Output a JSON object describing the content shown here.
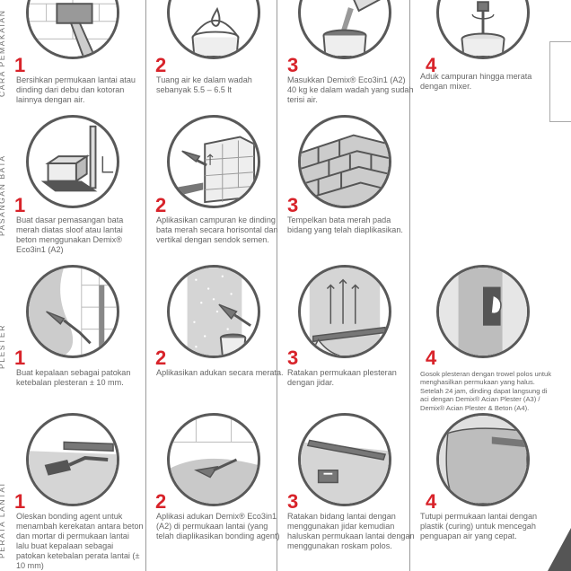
{
  "row_labels": [
    "CARA PEMAKAIAN",
    "PASANGAN BATA",
    "PLESTER",
    "PERATA LANTAI"
  ],
  "steps": [
    [
      {
        "num": "1",
        "text": "Bersihkan permukaan lantai atau dinding dari debu dan kotoran lainnya dengan air.",
        "icon": "wall-cleaning-icon"
      },
      {
        "num": "2",
        "text": "Tuang air ke dalam wadah sebanyak 5.5 – 6.5 lt",
        "icon": "water-bucket-icon"
      },
      {
        "num": "3",
        "text": "Masukkan Demix® Eco3in1 (A2) 40 kg ke dalam wadah yang sudah terisi air.",
        "icon": "pour-mortar-icon"
      },
      {
        "num": "4",
        "text": "Aduk campuran hingga merata dengan mixer.",
        "icon": "mixer-bucket-icon"
      }
    ],
    [
      {
        "num": "1",
        "text": "Buat dasar pemasangan bata merah diatas sloof atau lantai beton menggunakan Demix® Eco3in1 (A2)",
        "icon": "brick-base-icon"
      },
      {
        "num": "2",
        "text": "Aplikasikan campuran ke dinding bata merah secara horisontal dan vertikal dengan sendok semen.",
        "icon": "brick-trowel-icon"
      },
      {
        "num": "3",
        "text": "Tempelkan bata merah pada bidang yang telah diaplikasikan.",
        "icon": "brick-wall-icon"
      }
    ],
    [
      {
        "num": "1",
        "text": "Buat kepalaan sebagai patokan ketebalan plesteran ± 10 mm.",
        "icon": "plaster-guide-icon"
      },
      {
        "num": "2",
        "text": "Aplikasikan adukan secara merata.",
        "icon": "plaster-apply-icon"
      },
      {
        "num": "3",
        "text": "Ratakan permukaan plesteran dengan jidar.",
        "icon": "plaster-level-icon"
      },
      {
        "num": "4",
        "text": "Gosok plesteran dengan trowel polos untuk menghasilkan permukaan yang halus. Setelah 24 jam, dinding dapat langsung di aci dengan Demix® Acian Plester (A3) / Demix® Acian Plester & Beton (A4).",
        "icon": "plaster-smooth-icon"
      }
    ],
    [
      {
        "num": "1",
        "text": "Oleskan bonding agent untuk menambah kerekatan antara beton dan mortar di permukaan lantai lalu buat kepalaan sebagai patokan ketebalan perata lantai (± 10 mm)",
        "icon": "bonding-brush-icon"
      },
      {
        "num": "2",
        "text": "Aplikasi adukan Demix® Eco3in1 (A2) di permukaan lantai (yang telah diaplikasikan bonding agent)",
        "icon": "floor-apply-icon"
      },
      {
        "num": "3",
        "text": "Ratakan bidang lantai dengan menggunakan jidar kemudian haluskan permukaan lantai dengan menggunakan roskam polos.",
        "icon": "floor-level-icon"
      },
      {
        "num": "4",
        "text": "Tutupi permukaan lantai dengan plastik (curing) untuk mencegah penguapan air yang cepat.",
        "icon": "floor-curing-icon"
      }
    ]
  ]
}
